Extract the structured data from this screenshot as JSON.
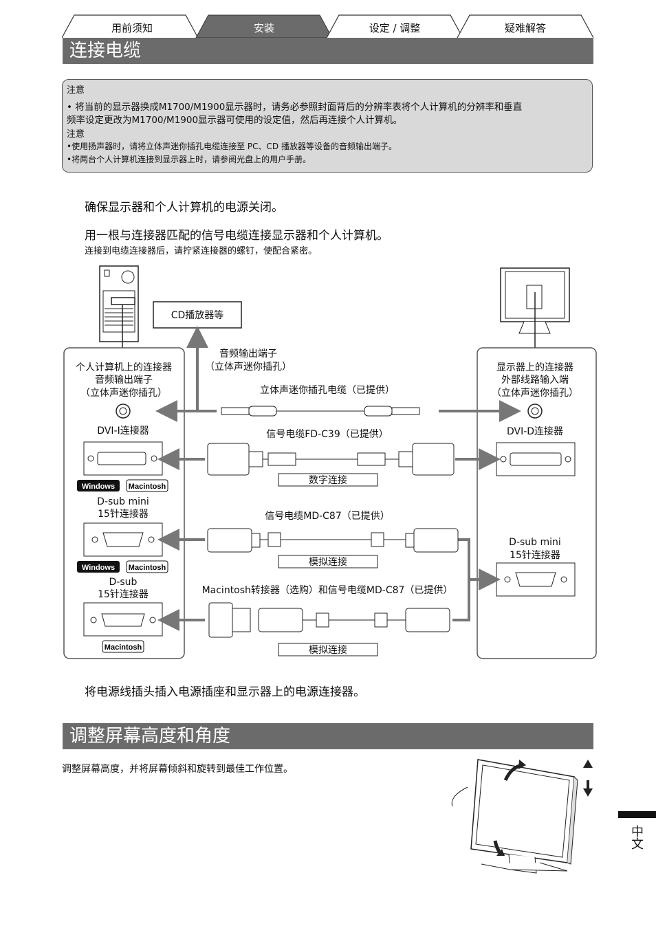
{
  "tabs": [
    {
      "label": "用前须知",
      "active": false
    },
    {
      "label": "安装",
      "active": true
    },
    {
      "label": "设定 / 调整",
      "active": false
    },
    {
      "label": "疑难解答",
      "active": false
    }
  ],
  "section1_title": "连接电缆",
  "notes": {
    "heading1": "注意",
    "item1_line1": "• 将当前的显示器换成M1700/M1900显示器时，请务必参照封面背后的分辨率表将个人计算机的分辨率和垂直",
    "item1_line2": "  频率设定更改为M1700/M1900显示器可使用的设定值，然后再连接个人计算机。",
    "heading2": "注意",
    "item2": "•使用扬声器时，请将立体声迷你插孔电缆连接至 PC、CD 播放器等设备的音频输出端子。",
    "item3": "•将两台个人计算机连接到显示器上时，请参阅光盘上的用户手册。"
  },
  "steps": {
    "step1": "确保显示器和个人计算机的电源关闭。",
    "step2": "用一根与连接器匹配的信号电缆连接显示器和个人计算机。",
    "step2_note": "连接到电缆连接器后，请拧紧连接器的螺钉，使配合紧密。",
    "step3": "将电源线插头插入电源插座和显示器上的电源连接器。"
  },
  "diagram": {
    "cd_player": "CD播放器等",
    "audio_out": "音频输出端子",
    "audio_out_sub": "（立体声迷你插孔）",
    "pc_connectors": "个人计算机上的连接器",
    "pc_audio_out": "音频输出端子",
    "pc_audio_sub": "（立体声迷你插孔）",
    "dvi_i": "DVI-I连接器",
    "dsub_mini_a": "D-sub mini",
    "dsub_mini_b": "15针连接器",
    "dsub_a": "D-sub",
    "dsub_b": "15针连接器",
    "windows": "Windows",
    "macintosh": "Macintosh",
    "mon_connectors": "显示器上的连接器",
    "mon_line_in": "外部线路输入端",
    "mon_line_sub": "（立体声迷你插孔）",
    "dvi_d": "DVI-D连接器",
    "mon_dsub_a": "D-sub mini",
    "mon_dsub_b": "15针连接器",
    "cable_stereo": "立体声迷你插孔电缆（已提供）",
    "cable_fd": "信号电缆FD-C39（已提供）",
    "digital": "数字连接",
    "cable_md": "信号电缆MD-C87（已提供）",
    "analog1": "模拟连接",
    "cable_mac": "Macintosh转接器（选购）和信号电缆MD-C87（已提供）",
    "analog2": "模拟连接"
  },
  "section2_title": "调整屏幕高度和角度",
  "section2_text": "调整屏幕高度，并将屏幕倾斜和旋转到最佳工作位置。",
  "side_label": "中文",
  "colors": {
    "banner": "#6b6b6b",
    "notebox": "#d9d9d9",
    "arrow": "#777777"
  }
}
